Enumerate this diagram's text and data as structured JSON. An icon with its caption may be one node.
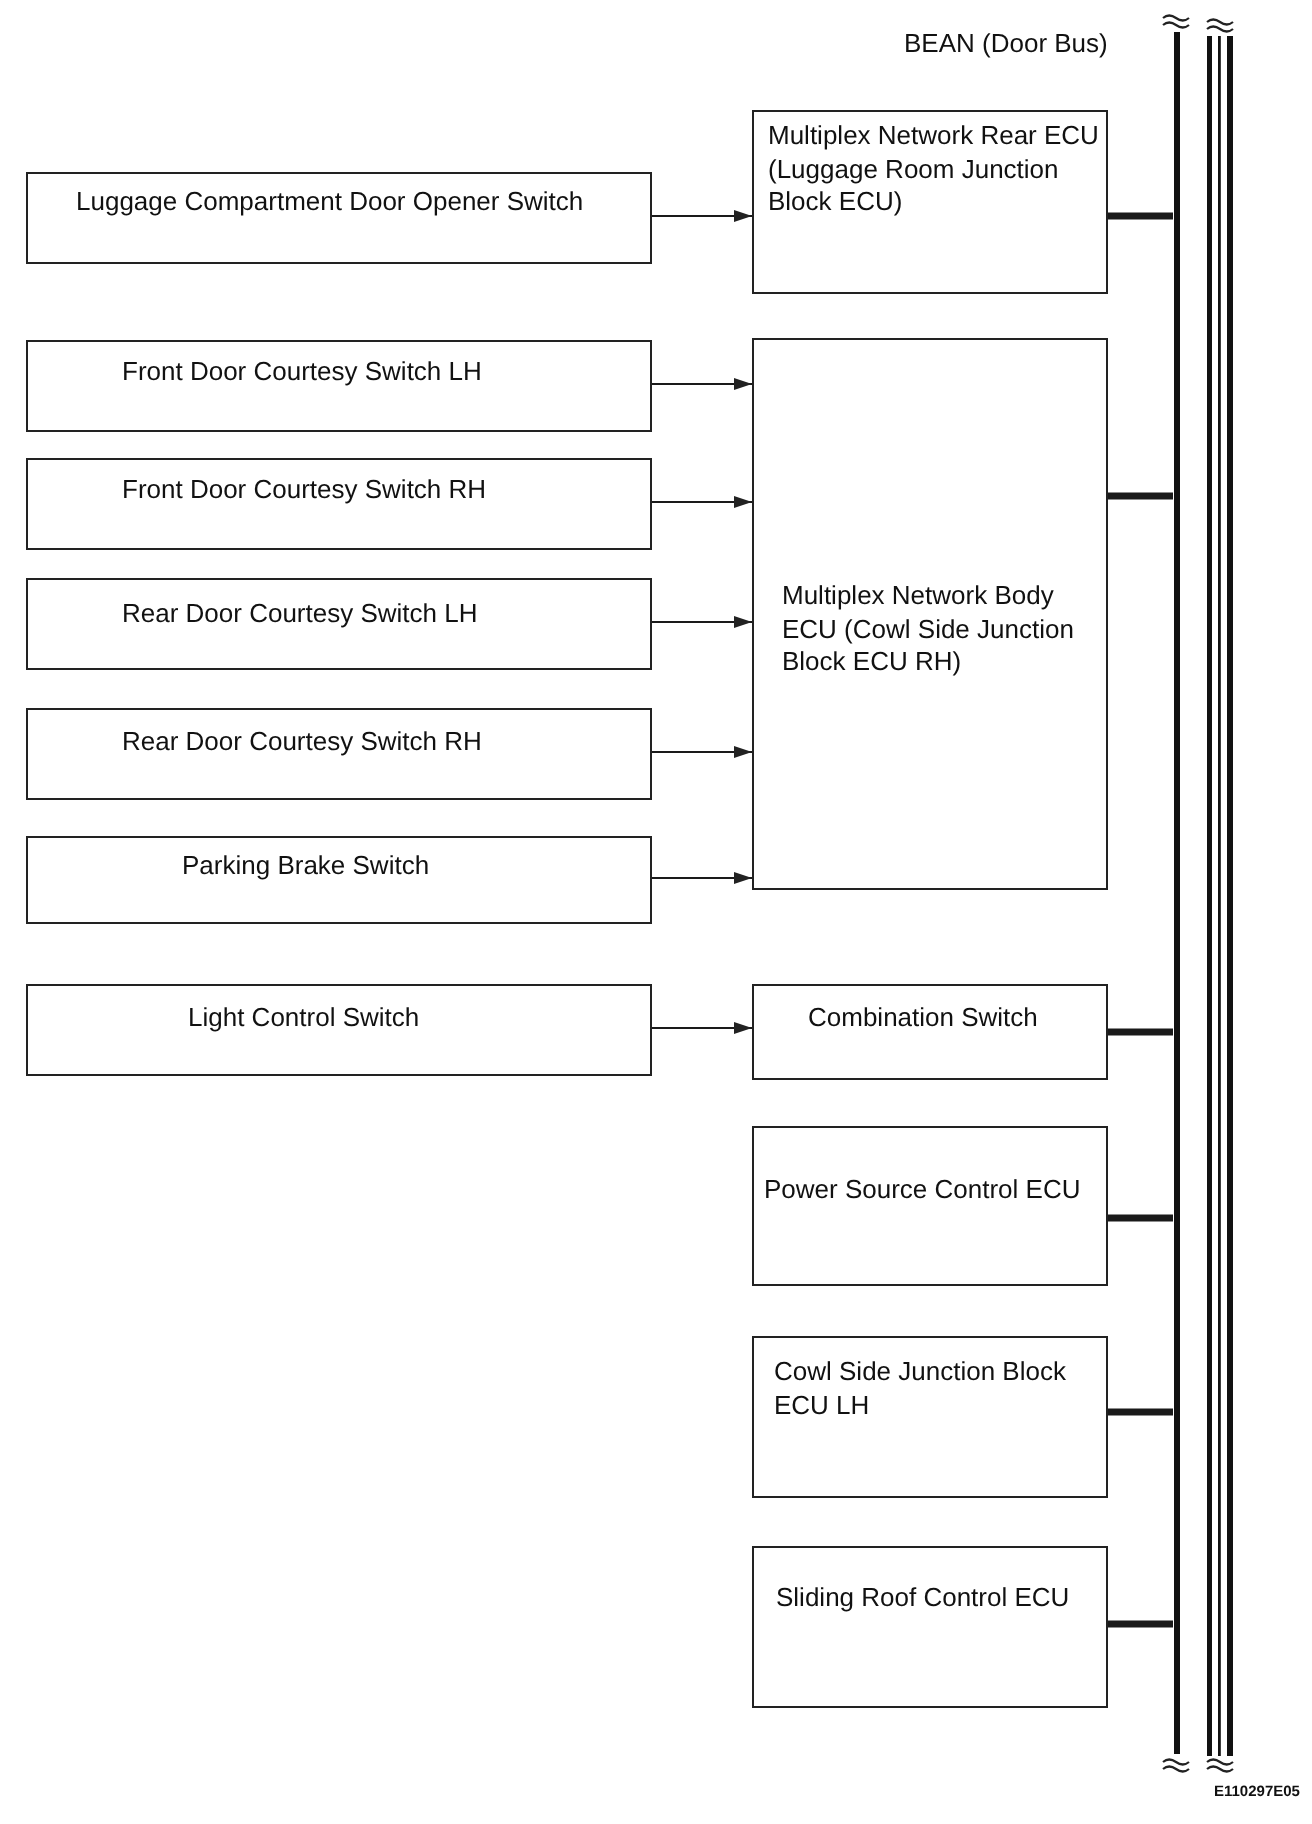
{
  "diagram": {
    "nodes": [
      {
        "text": [],
        "shape": "bar",
        "beside": [
          "BEAN (Door Bus)"
        ]
      },
      {
        "text": [
          "Luggage Compartment Door Opener Switch"
        ]
      },
      {
        "text": [
          "Multiplex Network Rear ECU (Luggage Room Junction Block ECU)"
        ]
      },
      {
        "text": [
          "Front Door Courtesy Switch LH"
        ]
      },
      {
        "text": [
          "Front Door Courtesy Switch RH"
        ]
      },
      {
        "text": [
          "Rear Door Courtesy Switch LH"
        ]
      },
      {
        "text": [
          "Rear Door Courtesy Switch RH"
        ]
      },
      {
        "text": [
          "Parking Brake Switch"
        ]
      },
      {
        "text": [
          "Multiplex Network Body ECU (Cowl Side Junction Block ECU RH)"
        ]
      },
      {
        "text": [
          "Light Control Switch"
        ]
      },
      {
        "text": [
          "Combination Switch"
        ]
      },
      {
        "text": [
          "Power Source Control ECU"
        ]
      },
      {
        "text": [
          "Cowl Side Junction Block ECU LH"
        ]
      },
      {
        "text": [
          "Sliding Roof Control ECU"
        ]
      }
    ],
    "edges": [
      {
        "from": 1,
        "to": 2,
        "arrow": "to"
      },
      {
        "from": 3,
        "to": 8,
        "arrow": "to"
      },
      {
        "from": 4,
        "to": 8,
        "arrow": "to"
      },
      {
        "from": 5,
        "to": 8,
        "arrow": "to"
      },
      {
        "from": 6,
        "to": 8,
        "arrow": "to"
      },
      {
        "from": 7,
        "to": 8,
        "arrow": "to"
      },
      {
        "from": 9,
        "to": 10,
        "arrow": "to"
      },
      {
        "from": 2,
        "to": 0,
        "arrow": "none",
        "style": "thick"
      },
      {
        "from": 8,
        "to": 0,
        "arrow": "none",
        "style": "thick"
      },
      {
        "from": 10,
        "to": 0,
        "arrow": "none",
        "style": "thick"
      },
      {
        "from": 11,
        "to": 0,
        "arrow": "none",
        "style": "thick"
      },
      {
        "from": 12,
        "to": 0,
        "arrow": "none",
        "style": "thick"
      },
      {
        "from": 13,
        "to": 0,
        "arrow": "none",
        "style": "thick"
      }
    ],
    "labels": [
      "E110297E05"
    ]
  }
}
